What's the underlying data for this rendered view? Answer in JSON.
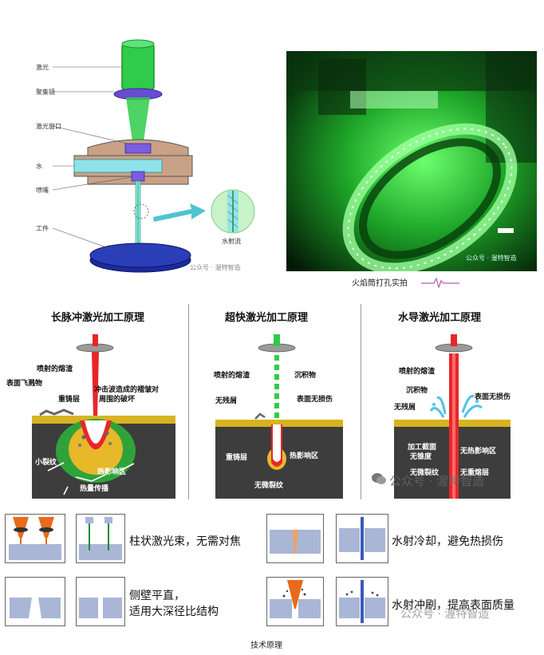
{
  "laser_diagram": {
    "labels": {
      "laser": "激光",
      "focus_lens": "聚集镜",
      "window": "激光窗口",
      "water": "水",
      "nozzle": "喷嘴",
      "workpiece": "工件",
      "water_jet": "水射流"
    },
    "watermark": "公众号 · 渥特智造"
  },
  "photo": {
    "caption": "火焰筒打孔实拍",
    "watermark": "公众号 · 渥特智造"
  },
  "panels": [
    {
      "title": "长脉冲激光加工原理",
      "labels": {
        "spatter": "喷射的熔渣",
        "surface_spatter": "表面飞溅物",
        "recast": "重铸层",
        "shock": "冲击波造成的褶皱对",
        "shock2": "周围的破坏",
        "microcrack": "小裂纹",
        "haz": "热影响区",
        "heat": "热量传播"
      }
    },
    {
      "title": "超快激光加工原理",
      "labels": {
        "spatter": "喷射的熔渣",
        "deposit": "沉积物",
        "no_residue": "无残屑",
        "no_damage": "表面无损伤",
        "recast": "重铸层",
        "haz": "热影响区",
        "no_crack": "无微裂纹"
      }
    },
    {
      "title": "水导激光加工原理",
      "labels": {
        "spatter": "喷射的熔渣",
        "deposit": "沉积物",
        "no_residue": "无残屑",
        "no_damage": "表面无损伤",
        "section": "加工截面",
        "no_taper": "无锥度",
        "no_haz": "无热影响区",
        "no_crack": "无微裂纹",
        "no_recast": "无重熔层"
      }
    }
  ],
  "panel_watermark": "公众号 · 渥特智造",
  "features": [
    {
      "text": "柱状激光束，无需对焦"
    },
    {
      "text": "水射冷却，避免热损伤"
    },
    {
      "text": "侧壁平直，",
      "text2": "适用大深径比结构"
    },
    {
      "text": "水射冲刷，提高表面质量"
    }
  ],
  "bottom_watermark": "公众号 · 渥特智造",
  "footer": "技术原理",
  "colors": {
    "laser_green": "#2fcc4a",
    "metal_blue": "#2a3eb8",
    "water_cyan": "#8fe3e8",
    "panel_dark": "#3d3d3d",
    "panel_gold": "#d8b320",
    "red_beam": "#e8262a",
    "orange_cone": "#e96a1c",
    "plate_blue": "#a9b6d6"
  }
}
